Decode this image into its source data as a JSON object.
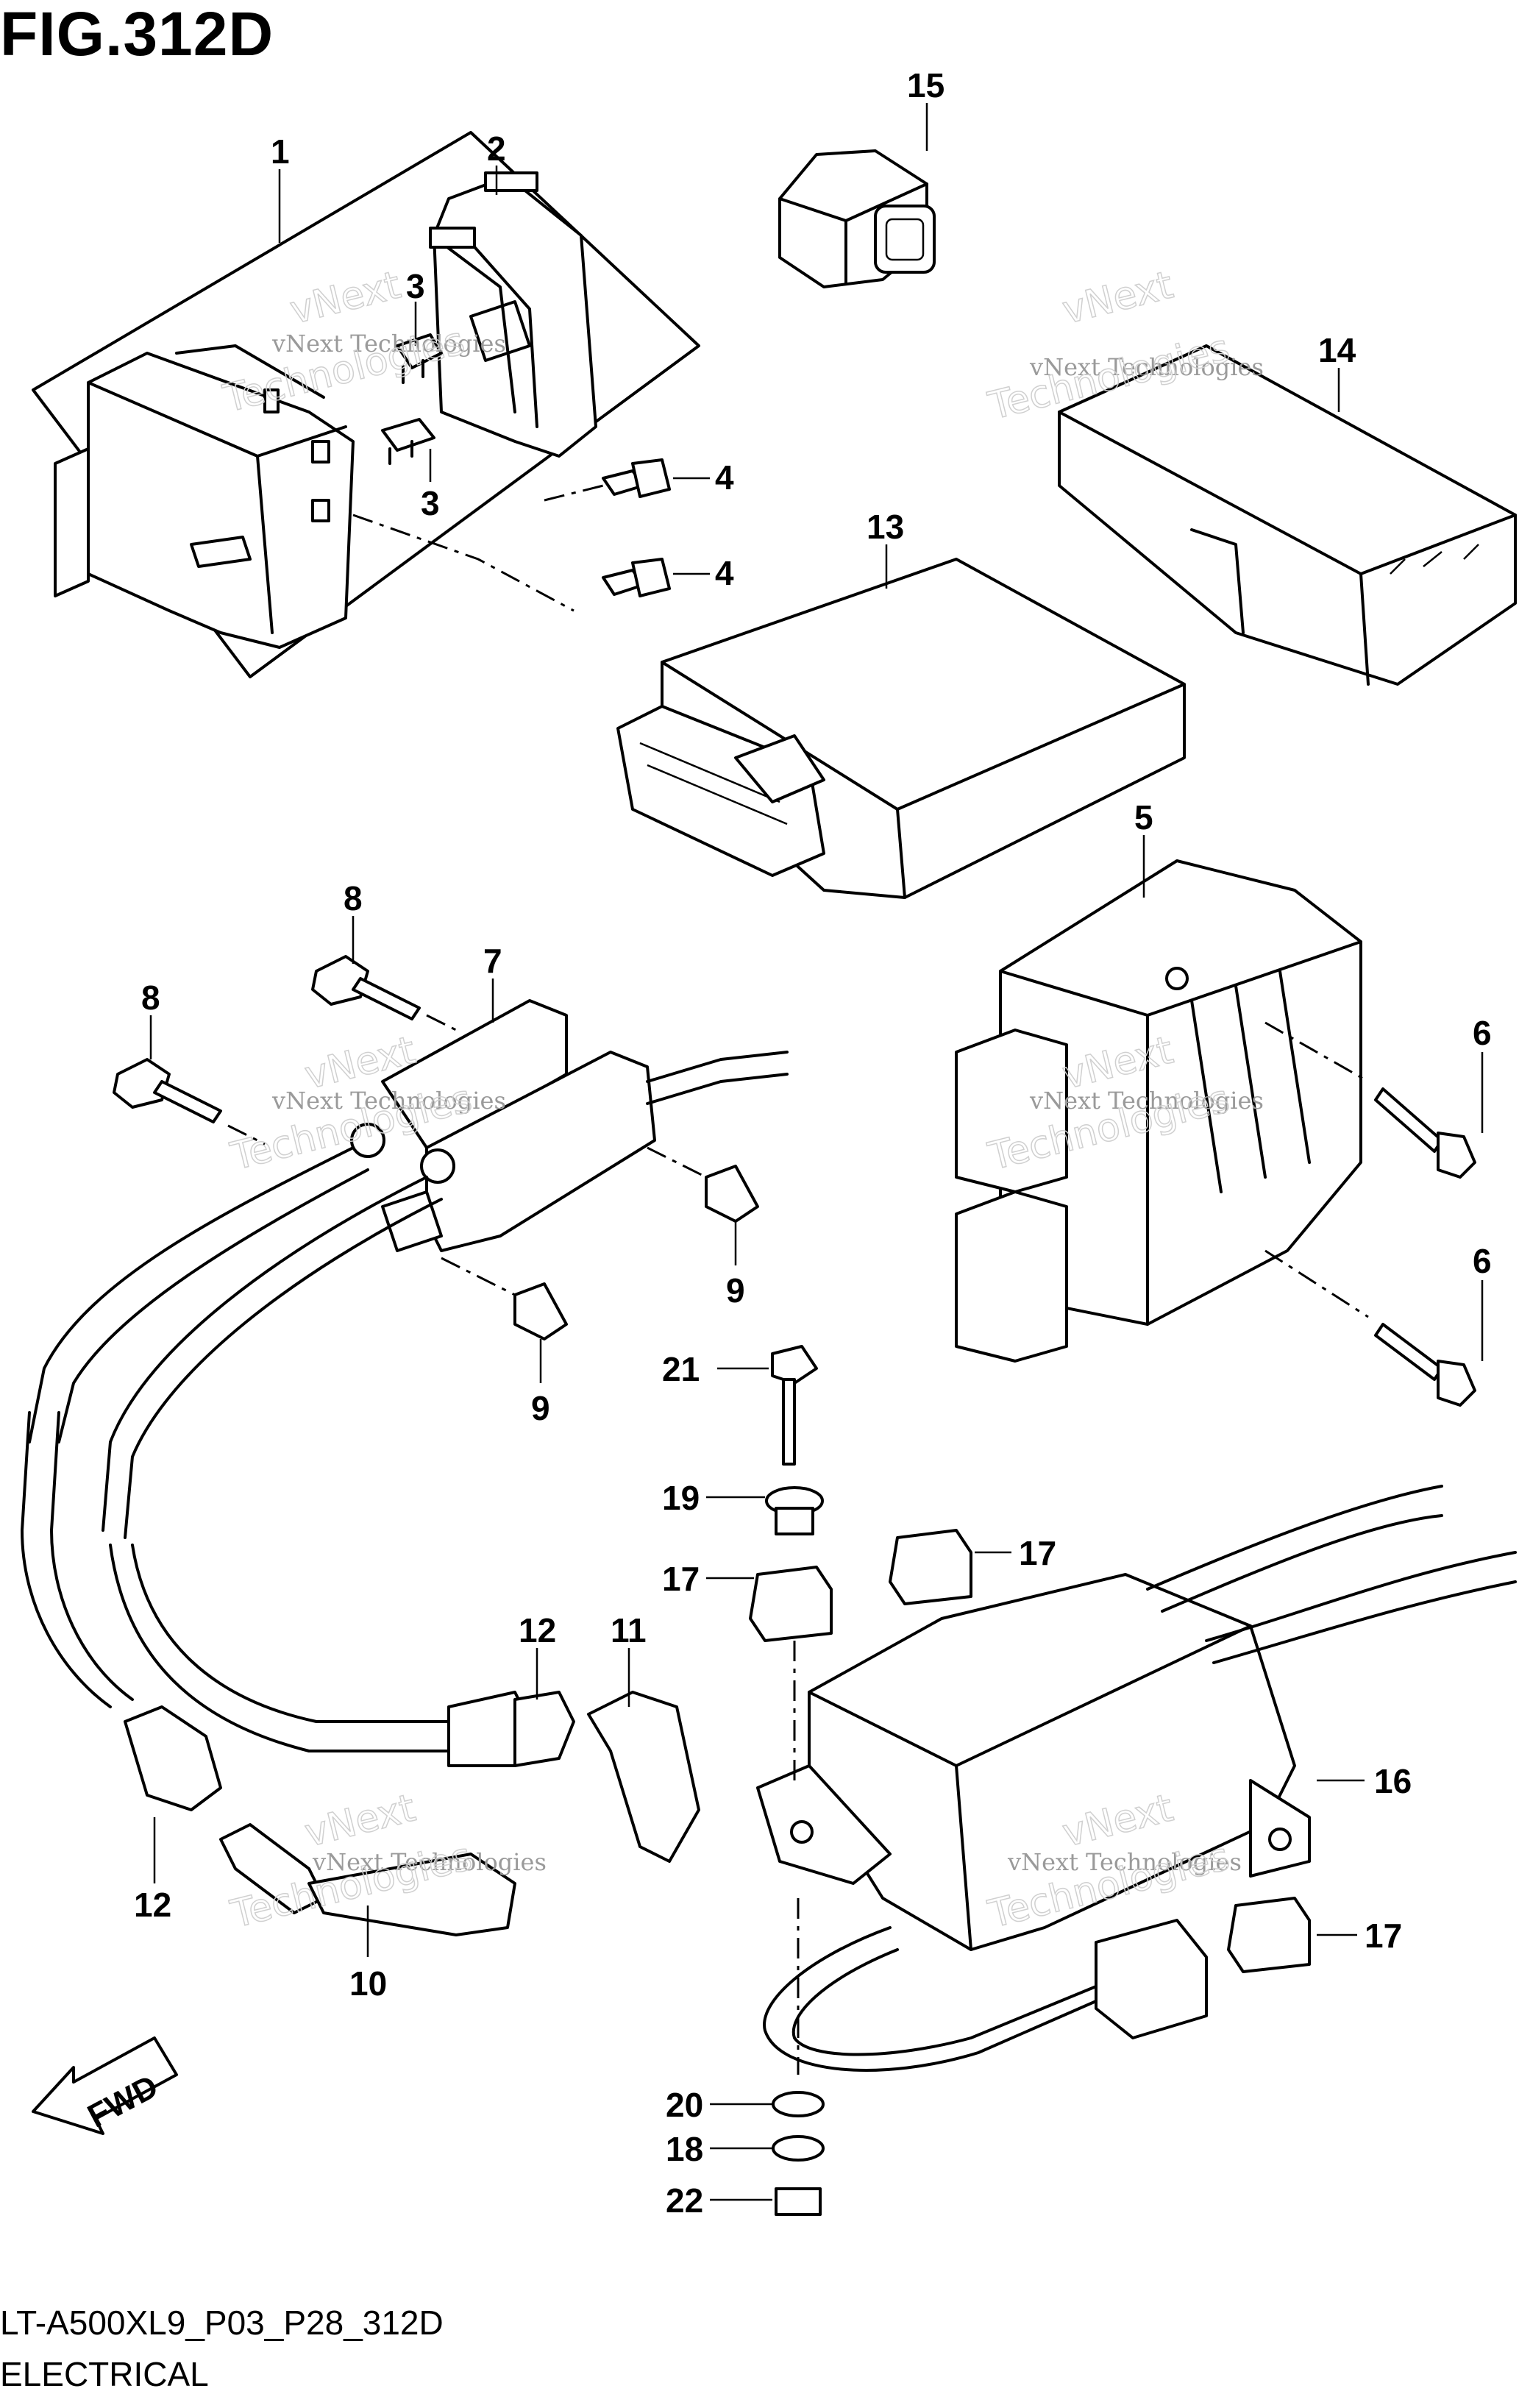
{
  "figure": {
    "title": "FIG.312D",
    "model_code": "LT-A500XL9_P03_P28_312D",
    "section_name": "ELECTRICAL",
    "fwd_label": "FWD"
  },
  "watermark": {
    "line1": "vNext Technologies",
    "line2a": "vNext",
    "line2b": "Technologies"
  },
  "callouts": [
    {
      "id": "c1",
      "label": "1"
    },
    {
      "id": "c2",
      "label": "2"
    },
    {
      "id": "c3a",
      "label": "3"
    },
    {
      "id": "c3b",
      "label": "3"
    },
    {
      "id": "c4a",
      "label": "4"
    },
    {
      "id": "c4b",
      "label": "4"
    },
    {
      "id": "c5",
      "label": "5"
    },
    {
      "id": "c6a",
      "label": "6"
    },
    {
      "id": "c6b",
      "label": "6"
    },
    {
      "id": "c7",
      "label": "7"
    },
    {
      "id": "c8a",
      "label": "8"
    },
    {
      "id": "c8b",
      "label": "8"
    },
    {
      "id": "c9a",
      "label": "9"
    },
    {
      "id": "c9b",
      "label": "9"
    },
    {
      "id": "c10",
      "label": "10"
    },
    {
      "id": "c11",
      "label": "11"
    },
    {
      "id": "c12a",
      "label": "12"
    },
    {
      "id": "c12b",
      "label": "12"
    },
    {
      "id": "c13",
      "label": "13"
    },
    {
      "id": "c14",
      "label": "14"
    },
    {
      "id": "c15",
      "label": "15"
    },
    {
      "id": "c16",
      "label": "16"
    },
    {
      "id": "c17a",
      "label": "17"
    },
    {
      "id": "c17b",
      "label": "17"
    },
    {
      "id": "c17c",
      "label": "17"
    },
    {
      "id": "c18",
      "label": "18"
    },
    {
      "id": "c19",
      "label": "19"
    },
    {
      "id": "c20",
      "label": "20"
    },
    {
      "id": "c21",
      "label": "21"
    },
    {
      "id": "c22",
      "label": "22"
    }
  ]
}
